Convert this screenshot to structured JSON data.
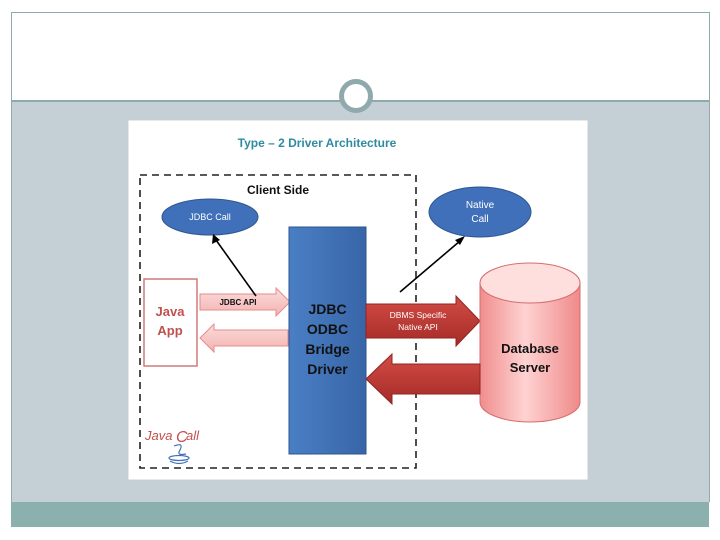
{
  "diagram": {
    "title": "Type – 2 Driver Architecture",
    "client_side_label": "Client Side",
    "jdbc_call": "JDBC Call",
    "native_call_line1": "Native",
    "native_call_line2": "Call",
    "java_app_line1": "Java",
    "java_app_line2": "App",
    "jdbc_api": "JDBC API",
    "driver_line1": "JDBC",
    "driver_line2": "ODBC",
    "driver_line3": "Bridge",
    "driver_line4": "Driver",
    "dbms_line1": "DBMS Specific",
    "dbms_line2": "Native API",
    "database_line1": "Database",
    "database_line2": "Server",
    "logo_text": "JavaCall"
  },
  "colors": {
    "accent_teal": "#8fa9ad",
    "footer_band": "#8cb0ae",
    "driver_blue": "#3d71b7",
    "ellipse_blue": "#3f70b9",
    "title_teal": "#2e8ba0",
    "java_red": "#c0504d",
    "arrow_red": "#b83732",
    "db_pink": "#f6a2a2"
  }
}
